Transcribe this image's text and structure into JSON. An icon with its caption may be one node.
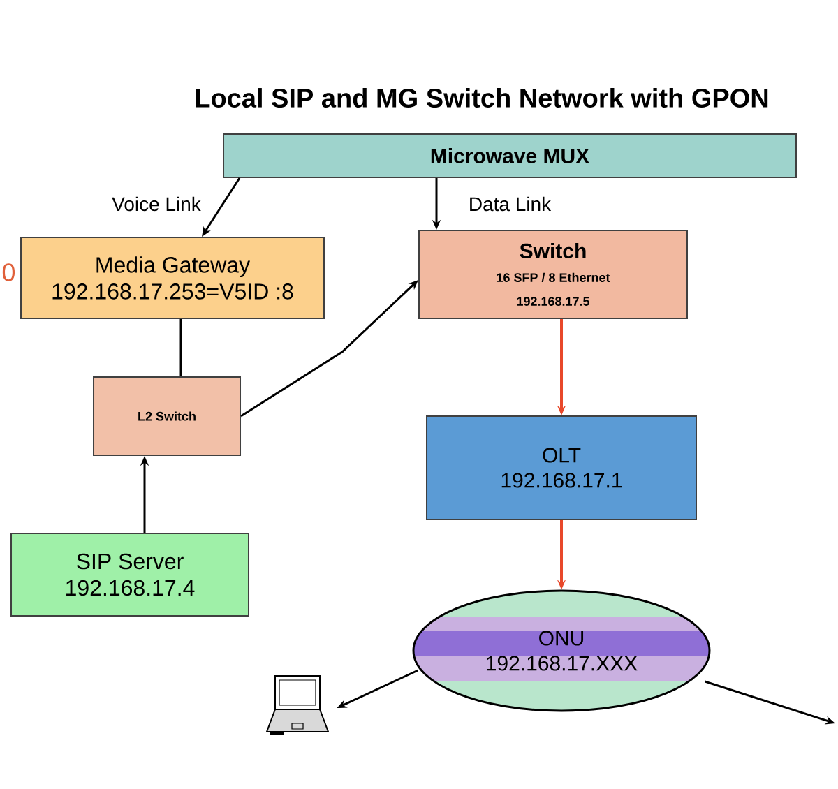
{
  "diagram": {
    "title": "Local SIP and MG Switch Network with GPON",
    "nodes": [
      {
        "text": [
          "Microwave  MUX"
        ]
      },
      {
        "text": [
          "Media Gateway",
          "192.168.17.253=V5ID :8"
        ]
      },
      {
        "text": [
          "Switch",
          "16 SFP  / 8 Ethernet",
          "192.168.17.5"
        ]
      },
      {
        "text": [
          "L2 Switch"
        ]
      },
      {
        "text": [
          "SIP Server",
          "192.168.17.4"
        ]
      },
      {
        "text": [
          "OLT",
          "192.168.17.1"
        ]
      },
      {
        "text": [
          "ONU",
          "192.168.17.XXX"
        ]
      },
      {
        "text": [],
        "shape": "laptop"
      }
    ],
    "edges": [
      {
        "from": 0,
        "to": 1,
        "arrow": "to",
        "label": "Voice Link"
      },
      {
        "from": 0,
        "to": 2,
        "arrow": "to",
        "label": "Data Link"
      },
      {
        "from": 1,
        "to": 3,
        "arrow": "none"
      },
      {
        "from": 3,
        "to": 2,
        "arrow": "to"
      },
      {
        "from": 4,
        "to": 3,
        "arrow": "to"
      },
      {
        "from": 2,
        "to": 5,
        "arrow": "to",
        "color": "#e8482a"
      },
      {
        "from": 5,
        "to": 6,
        "arrow": "to",
        "color": "#e8482a"
      },
      {
        "from": 6,
        "to": 7,
        "arrow": "to"
      },
      {
        "from": 6,
        "to": null,
        "arrow": "to"
      }
    ],
    "labels": [
      "0"
    ]
  }
}
